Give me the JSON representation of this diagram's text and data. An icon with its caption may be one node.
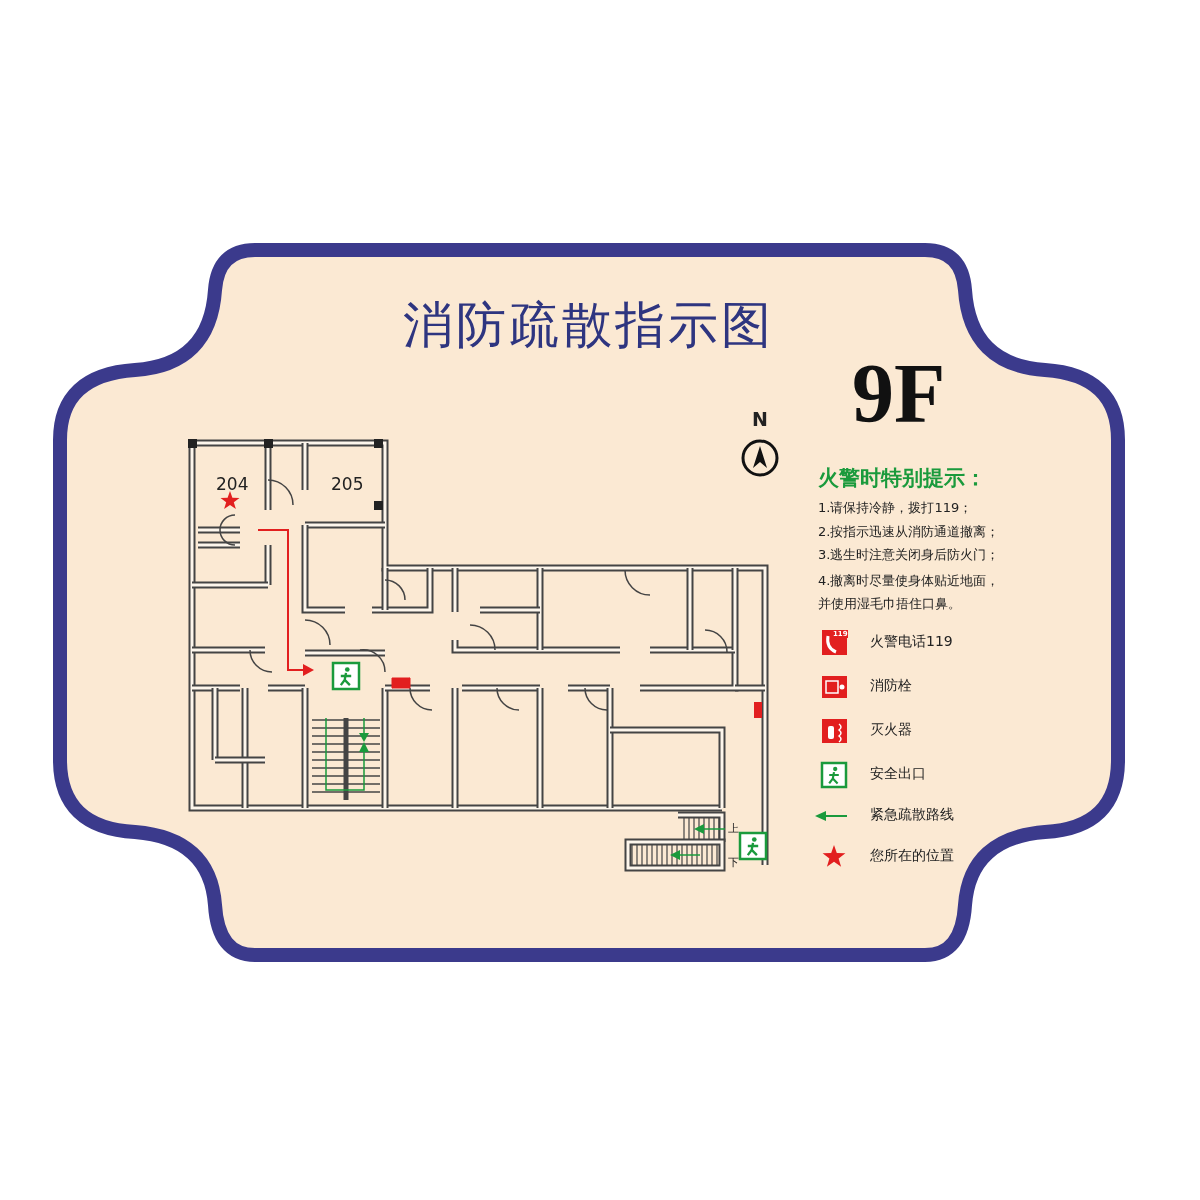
{
  "diagram": {
    "title": "消防疏散指示图",
    "labels": [
      "9F",
      "N",
      "火警时特别提示：",
      "1.请保持冷静，拨打119；",
      "2.按指示迅速从消防通道撤离；",
      "3.逃生时注意关闭身后防火门；",
      "4.撤离时尽量使身体贴近地面，并使用湿毛巾捂住口鼻。",
      "119",
      "204",
      "205",
      "上",
      "下"
    ],
    "legend": [
      {
        "text": "火警电话119"
      },
      {
        "text": "消防栓"
      },
      {
        "text": "灭火器"
      },
      {
        "text": "安全出口"
      },
      {
        "text": "紧急疏散路线"
      },
      {
        "text": "您所在的位置"
      }
    ]
  }
}
